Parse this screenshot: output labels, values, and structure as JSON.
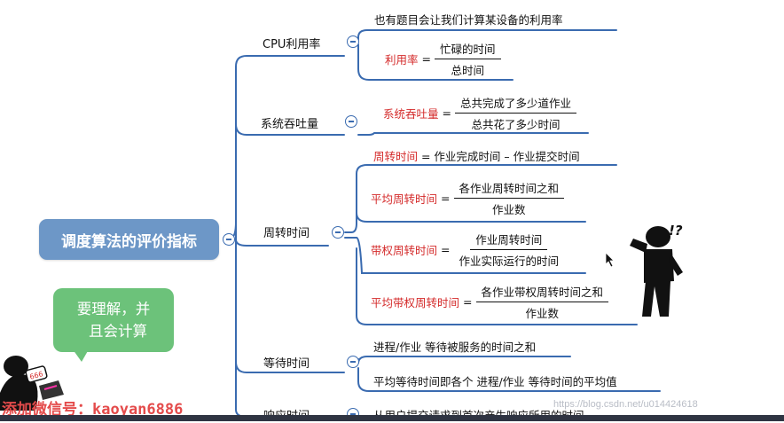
{
  "root": {
    "title": "调度算法的评价指标"
  },
  "cpu": {
    "label": "CPU利用率",
    "note": "也有题目会让我们计算某设备的利用率",
    "formula": {
      "name": "利用率",
      "eq": "=",
      "numerator": "忙碌的时间",
      "denominator": "总时间"
    }
  },
  "throughput": {
    "label": "系统吞吐量",
    "formula": {
      "name": "系统吞吐量",
      "eq": "=",
      "numerator": "总共完成了多少道作业",
      "denominator": "总共花了多少时间"
    }
  },
  "turnaround": {
    "label": "周转时间",
    "def": {
      "name": "周转时间",
      "text": " = 作业完成时间 – 作业提交时间"
    },
    "avg": {
      "name": "平均周转时间",
      "eq": "=",
      "numerator": "各作业周转时间之和",
      "denominator": "作业数"
    },
    "weighted": {
      "name": "带权周转时间",
      "eq": "=",
      "numerator": "作业周转时间",
      "denominator": "作业实际运行的时间"
    },
    "avg_weighted": {
      "name": "平均带权周转时间",
      "eq": "=",
      "numerator": "各作业带权周转时间之和",
      "denominator": "作业数"
    }
  },
  "waiting": {
    "label": "等待时间",
    "item1": "进程/作业 等待被服务的时间之和",
    "item2": "平均等待时间即各个 进程/作业 等待时间的平均值"
  },
  "response": {
    "label": "响应时间",
    "item1": "从用户提交请求到首次产生响应所用的时间"
  },
  "bubble": {
    "line1": "要理解，并",
    "line2": "且会计算"
  },
  "figure_text": "!?",
  "sticker_text": "666",
  "promo": "添加微信号：kaoyan6886",
  "watermark": "https://blog.csdn.net/u014424618",
  "colors": {
    "root_bg": "#6d97c7",
    "branch": "#3a6bb0",
    "accent_red": "#d42a2a",
    "bubble_bg": "#6cc27a"
  }
}
